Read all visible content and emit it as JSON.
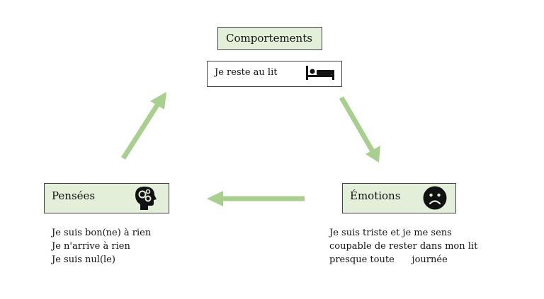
{
  "behaviors": {
    "title": "Comportements",
    "example": "Je reste au lit",
    "icon": "bed-icon"
  },
  "emotions": {
    "title": "Émotions",
    "icon": "sad-face-icon",
    "lines": [
      "Je suis triste et je me sens",
      "coupable de rester dans mon lit",
      "presque toute      journée"
    ]
  },
  "thoughts": {
    "title": "Pensées",
    "icon": "head-gears-icon",
    "lines": [
      "Je suis bon(ne) à rien",
      "Je n'arrive à rien",
      "Je suis nul(le)"
    ]
  },
  "colors": {
    "box_fill": "#e3efd9",
    "arrow": "#a9cf8e"
  }
}
